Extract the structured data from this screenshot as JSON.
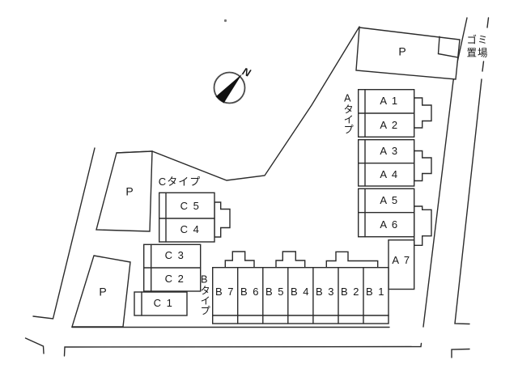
{
  "page": {
    "kind": "site-plan-drawing",
    "background": "#ffffff"
  },
  "colors": {
    "line": "#2b2b2b",
    "text": "#161616",
    "compass_ring": "#4a4a4a",
    "needle": "#111111"
  },
  "compass": {
    "north_label": "N"
  },
  "labels": {
    "type_a": "Aタイプ",
    "type_b": "Bタイプ",
    "type_c": "Cタイプ",
    "garbage_line1": "ゴミ",
    "garbage_line2": "置場",
    "parking": "P"
  },
  "units": {
    "a": [
      "A 1",
      "A 2",
      "A 3",
      "A 4",
      "A 5",
      "A 6",
      "A 7"
    ],
    "b": [
      "B 7",
      "B 6",
      "B 5",
      "B 4",
      "B 3",
      "B 2",
      "B 1"
    ],
    "c": [
      "C 5",
      "C 4",
      "C 3",
      "C 2",
      "C 1"
    ]
  }
}
